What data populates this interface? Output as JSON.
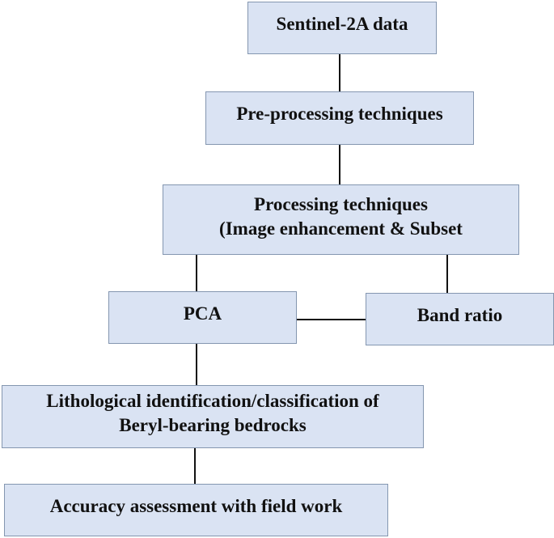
{
  "flowchart": {
    "sentinel_data": "Sentinel-2A data",
    "pre_processing": "Pre-processing techniques",
    "processing": {
      "line1": "Processing techniques",
      "line2": "(Image enhancement & Subset"
    },
    "pca": "PCA",
    "band_ratio": "Band ratio",
    "lithological": {
      "line1": "Lithological identification/classification of",
      "line2": "Beryl-bearing bedrocks"
    },
    "accuracy": "Accuracy assessment with field work"
  }
}
